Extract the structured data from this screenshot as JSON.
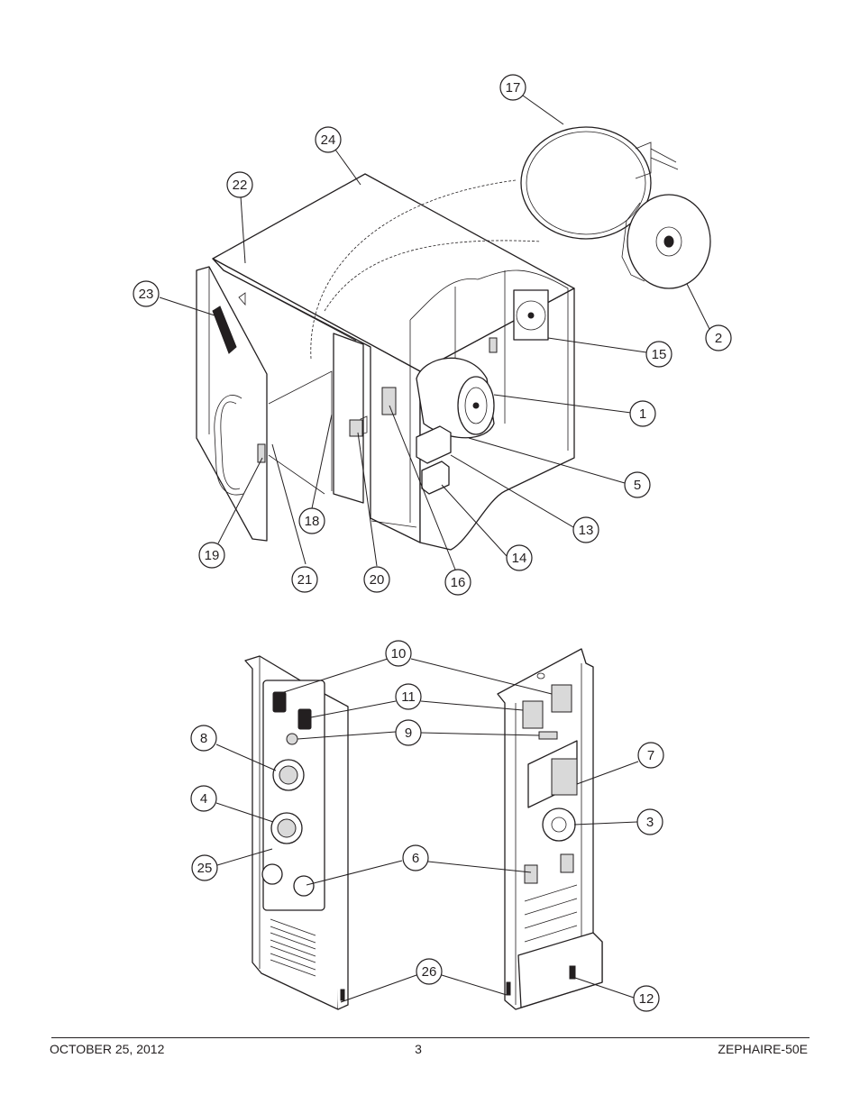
{
  "footer": {
    "date": "OCTOBER 25, 2012",
    "page": "3",
    "model": "ZEPHAIRE-50E"
  },
  "callouts": [
    {
      "id": "c17",
      "label": "17"
    },
    {
      "id": "c24",
      "label": "24"
    },
    {
      "id": "c22",
      "label": "22"
    },
    {
      "id": "c23",
      "label": "23"
    },
    {
      "id": "c2",
      "label": "2"
    },
    {
      "id": "c15",
      "label": "15"
    },
    {
      "id": "c1",
      "label": "1"
    },
    {
      "id": "c5",
      "label": "5"
    },
    {
      "id": "c13",
      "label": "13"
    },
    {
      "id": "c14",
      "label": "14"
    },
    {
      "id": "c16",
      "label": "16"
    },
    {
      "id": "c20",
      "label": "20"
    },
    {
      "id": "c21",
      "label": "21"
    },
    {
      "id": "c19",
      "label": "19"
    },
    {
      "id": "c18",
      "label": "18"
    },
    {
      "id": "c10",
      "label": "10"
    },
    {
      "id": "c11",
      "label": "11"
    },
    {
      "id": "c9",
      "label": "9"
    },
    {
      "id": "c8",
      "label": "8"
    },
    {
      "id": "c7",
      "label": "7"
    },
    {
      "id": "c4",
      "label": "4"
    },
    {
      "id": "c3",
      "label": "3"
    },
    {
      "id": "c25",
      "label": "25"
    },
    {
      "id": "c6",
      "label": "6"
    },
    {
      "id": "c26",
      "label": "26"
    },
    {
      "id": "c12",
      "label": "12"
    }
  ]
}
